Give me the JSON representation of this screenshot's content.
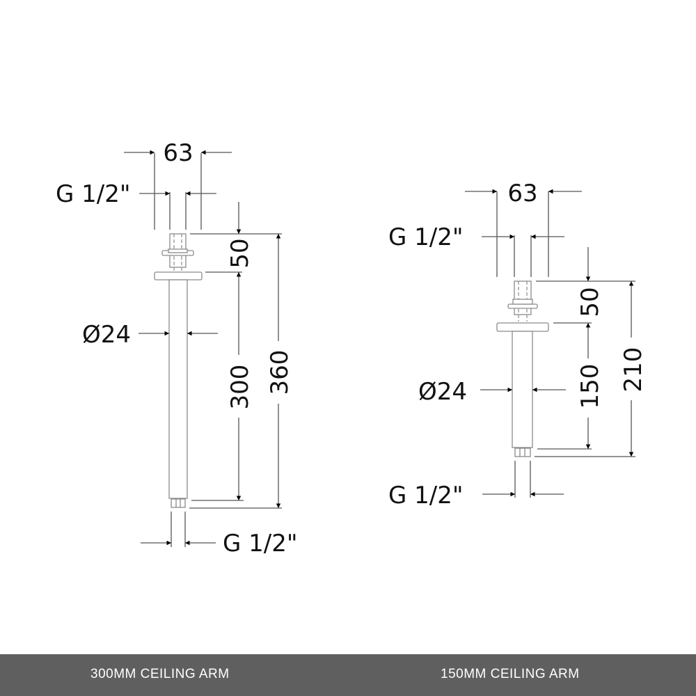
{
  "drawings": [
    {
      "id": "left",
      "dimensions": {
        "overall_width": "63",
        "inlet_thread": "G 1/2\"",
        "diameter": "Ø24",
        "top_section": "50",
        "arm_length": "300",
        "overall_length": "360",
        "outlet_thread": "G 1/2\""
      }
    },
    {
      "id": "right",
      "dimensions": {
        "overall_width": "63",
        "inlet_thread": "G 1/2\"",
        "diameter": "Ø24",
        "top_section": "50",
        "arm_length": "150",
        "overall_length": "210",
        "outlet_thread": "G 1/2\""
      }
    }
  ],
  "footer": {
    "background": "#5f5f5f",
    "left_label": "300MM CEILING ARM",
    "right_label": "150MM CEILING ARM"
  }
}
